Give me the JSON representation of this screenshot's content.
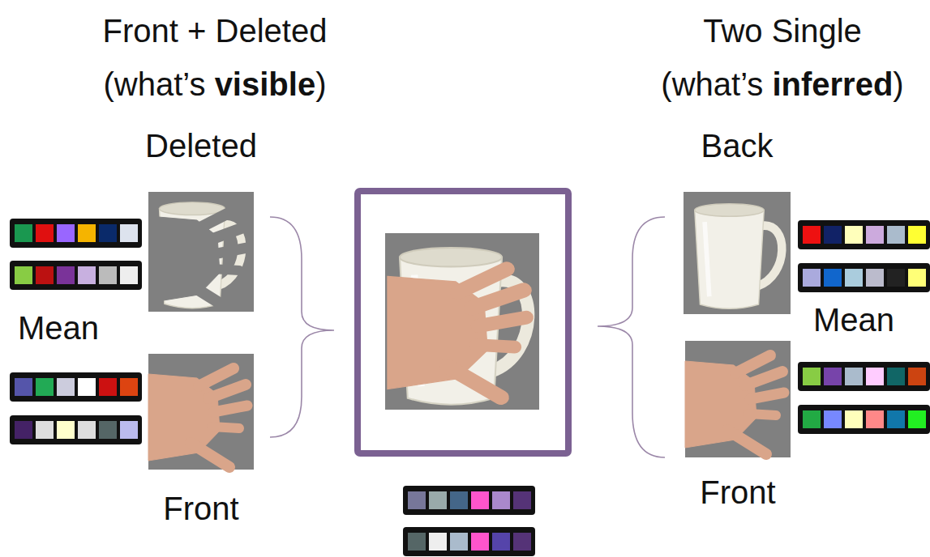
{
  "diagram": {
    "nodes": [
      {
        "text": [
          "Deleted"
        ]
      },
      {
        "text": [
          "Front"
        ]
      },
      {
        "text": [
          "Back"
        ]
      },
      {
        "text": [
          "Front"
        ]
      }
    ],
    "labels": [
      "Front + Deleted (what’s visible)",
      "Two Single (what’s inferred)",
      "Mean",
      "Mean"
    ]
  }
}
